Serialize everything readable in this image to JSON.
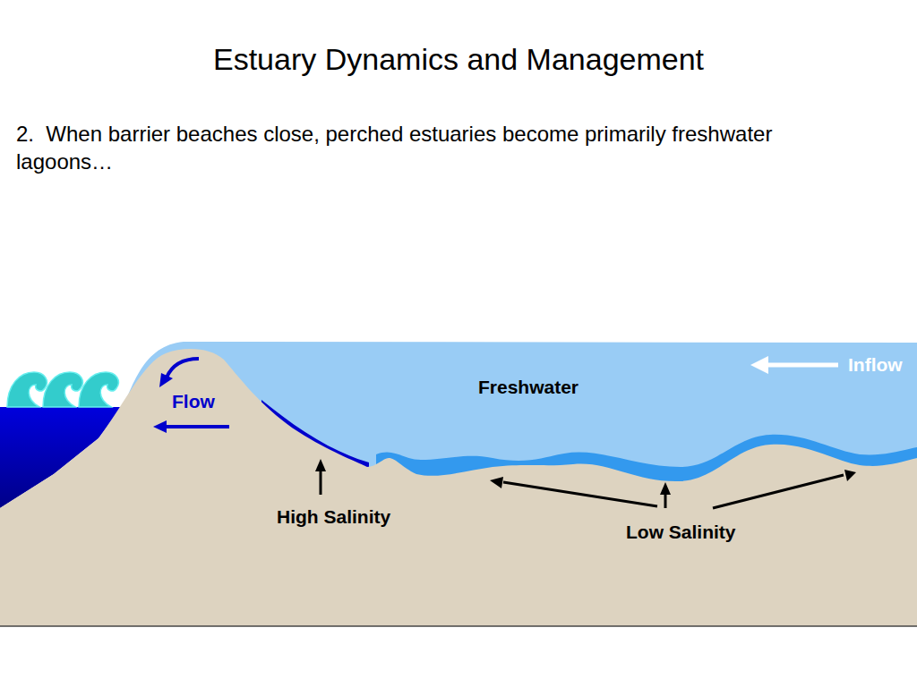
{
  "diagram": {
    "title": "Estuary Dynamics and Management",
    "labels": [
      "2.  When barrier beaches close, perched estuaries become primarily freshwater lagoons…",
      "Flow",
      "Freshwater",
      "Inflow",
      "High Salinity",
      "Low Salinity"
    ]
  }
}
